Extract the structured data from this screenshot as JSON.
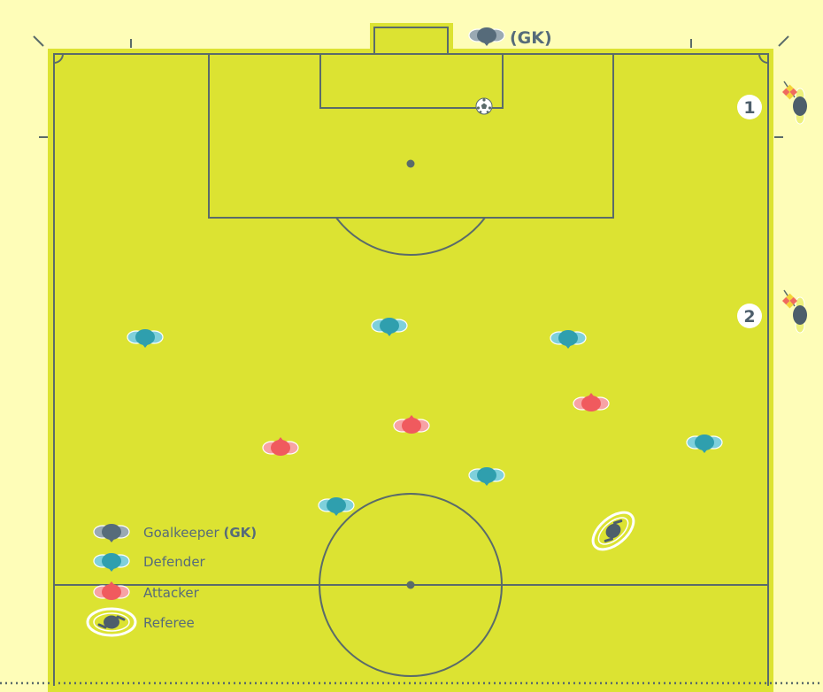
{
  "goalkeeper_label": "(GK)",
  "assistant_referees": [
    {
      "number": "1"
    },
    {
      "number": "2"
    }
  ],
  "legend": [
    {
      "role": "goalkeeper",
      "label": "Goalkeeper",
      "suffix": "(GK)"
    },
    {
      "role": "defender",
      "label": "Defender"
    },
    {
      "role": "attacker",
      "label": "Attacker"
    },
    {
      "role": "referee",
      "label": "Referee"
    }
  ],
  "colors": {
    "background": "#fefdb8",
    "pitch": "#dce332",
    "lines": "#5a6b6a",
    "goalkeeper": "#566b7a",
    "defender": "#2f9fae",
    "attacker": "#f05a5e",
    "referee": "#4d5e6b",
    "flag_red": "#f06a5e",
    "flag_yellow": "#f4d33a"
  }
}
